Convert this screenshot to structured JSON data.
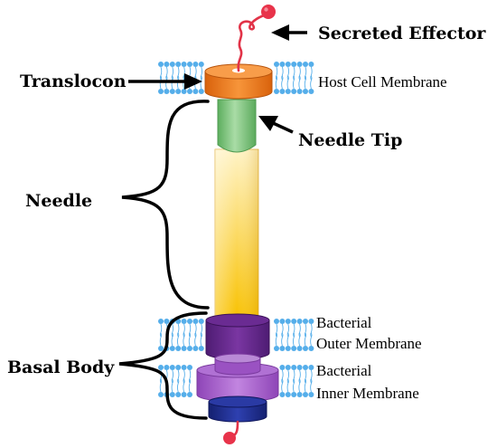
{
  "labels": {
    "secreted_effector": "Secreted Effector",
    "translocon": "Translocon",
    "host_cell_membrane": "Host Cell Membrane",
    "needle_tip": "Needle Tip",
    "needle": "Needle",
    "basal_body": "Basal Body",
    "outer_membrane_line1": "Bacterial",
    "outer_membrane_line2": "Outer Membrane",
    "inner_membrane_line1": "Bacterial",
    "inner_membrane_line2": "Inner Membrane"
  },
  "colors": {
    "membrane": "#55AEEA",
    "translocon": "#F07D1E",
    "needle_tip": "#84C983",
    "needle_top": "#FFF2C0",
    "needle_bottom": "#F8C100",
    "outer_ring": "#6C2A93",
    "inner_ring": "#A45DC8",
    "base": "#1C2C8E",
    "effector": "#E8334A"
  }
}
